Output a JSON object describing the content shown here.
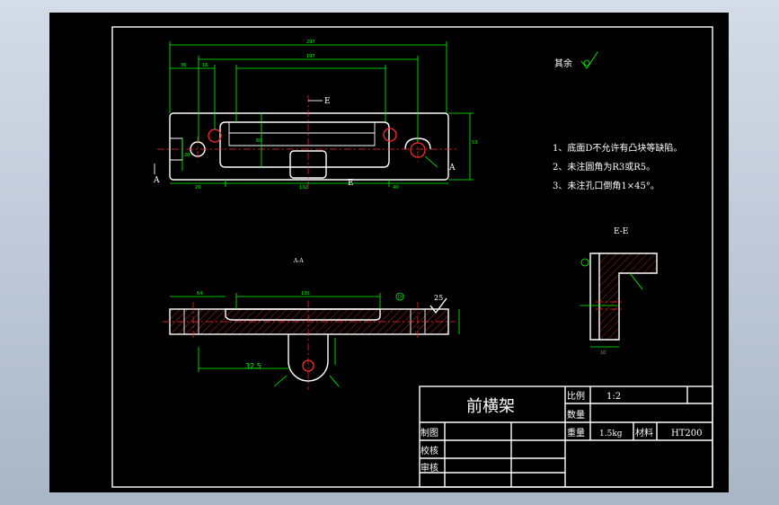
{
  "drawing": {
    "title": "前横架",
    "surface_finish_note": "其余",
    "section_label": "E-E",
    "view_label_aa": "A-A",
    "label_a": "A",
    "label_e": "E",
    "roughness": "25",
    "datum": "D",
    "notes": [
      "1、底面D不允许有凸块等缺陷。",
      "2、未注圆角为R3或R5。",
      "3、未注孔口倒角1×45°。"
    ],
    "dims": {
      "top_overall": "297",
      "top_second": "197",
      "top_left_a": "36",
      "top_left_b": "16",
      "right_height": "53",
      "left_b": "20",
      "center_60": "60",
      "bottom_left": "20",
      "bottom_center": "132",
      "bottom_right": "40",
      "front_width": "130",
      "front_left": "64",
      "rib_dim": "32.5",
      "section_w": "10"
    }
  },
  "title_block": {
    "scale_label": "比例",
    "scale_value": "1:2",
    "quantity_label": "数量",
    "weight_label": "重量",
    "weight_value": "1.5kg",
    "material_label": "材料",
    "material_value": "HT200",
    "drawn_label": "制图",
    "checked_label": "校核",
    "approved_label": "审核"
  }
}
